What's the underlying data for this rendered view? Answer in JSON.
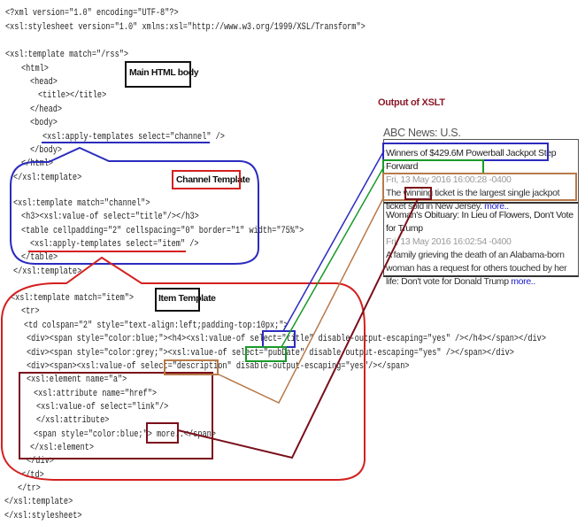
{
  "code_lines": [
    "<?xml version=\"1.0\" encoding=\"UTF-8\"?>",
    "<xsl:stylesheet version=\"1.0\" xmlns:xsl=\"http://www.w3.org/1999/XSL/Transform\">",
    "<xsl:template match=\"/rss\">",
    "<html>",
    "<head>",
    "<title></title>",
    "</head>",
    "<body>",
    "<xsl:apply-templates select=\"channel\" />",
    "</body>",
    "</html>",
    "</xsl:template>",
    "<xsl:template match=\"channel\">",
    "<h3><xsl:value-of select=\"title\"/></h3>",
    "<table cellpadding=\"2\" cellspacing=\"0\" border=\"1\" width=\"75%\">",
    "<xsl:apply-templates select=\"item\" />",
    "</table>",
    "</xsl:template>",
    "<xsl:template match=\"item\">",
    "<tr>",
    "<td colspan=\"2\" style=\"text-align:left;padding-top:10px;\">",
    "<div><span style=\"color:blue;\"><h4><xsl:value-of select=\"title\" disable-output-escaping=\"yes\" /></h4></span></div>",
    "<div><span style=\"color:grey;\"><xsl:value-of select=\"pubDate\" disable-output-escaping=\"yes\" /></span></div>",
    "<div><span><xsl:value-of select=\"description\" disable-output-escaping=\"yes\"/></span>",
    "<xsl:element name=\"a\">",
    "<xsl:attribute name=\"href\">",
    "<xsl:value-of select=\"link\"/>",
    "</xsl:attribute>",
    "<span style=\"color:blue;\"> more..</span>",
    "</xsl:element>",
    "</div>",
    "</td>",
    "</tr>",
    "</xsl:template>",
    "</xsl:stylesheet>"
  ],
  "labels": {
    "main_html_body": "Main HTML body",
    "channel_template": "Channel Template",
    "item_template": "Item Template"
  },
  "output": {
    "heading": "Output of XSLT",
    "channel_title": "ABC News: U.S.",
    "items": [
      {
        "title": "Winners of $429.6M Powerball Jackpot Step Forward",
        "pubDate": "Fri, 13 May 2016 16:00:28 -0400",
        "description": "The winning ticket is the largest single jackpot ticket sold in New Jersey.",
        "more": "more.."
      },
      {
        "title": "Woman's Obituary: In Lieu of Flowers, Don't Vote for Trump",
        "pubDate": "Fri, 13 May 2016 16:02:54 -0400",
        "description": "A family grieving the death of an Alabama-born woman has a request for others touched by her life: Don't vote for Donald Trump",
        "more": "more.."
      }
    ]
  },
  "colors": {
    "main_template": "#2b2bbf",
    "channel_template": "#d42020",
    "title": "#2b2bbf",
    "pubDate": "#1a9a2a",
    "description": "#b87a4a",
    "link": "#7a0f1a"
  }
}
